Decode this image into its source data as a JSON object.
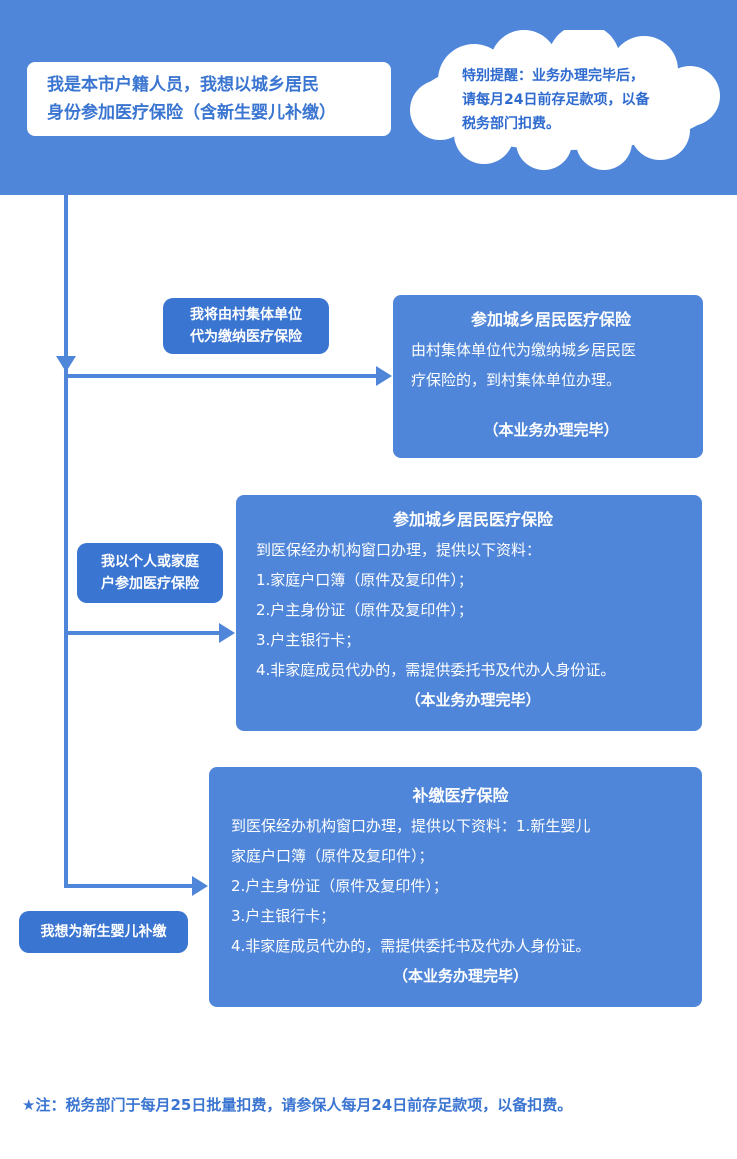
{
  "start": {
    "lines": [
      "我是本市户籍人员，我想以城乡居民",
      "身份参加医疗保险（含新生婴儿补缴）"
    ]
  },
  "reminder": {
    "lines": [
      "特别提醒：业务办理完毕后，",
      "请每月24日前存足款项，以备",
      "税务部门扣费。"
    ]
  },
  "branches": [
    {
      "label_lines": [
        "我将由村集体单位",
        "代为缴纳医疗保险"
      ],
      "title": "参加城乡居民医疗保险",
      "body_lines": [
        "由村集体单位代为缴纳城乡居民医",
        "疗保险的，到村集体单位办理。"
      ],
      "done": "（本业务办理完毕）"
    },
    {
      "label_lines": [
        "我以个人或家庭",
        "户参加医疗保险"
      ],
      "title": "参加城乡居民医疗保险",
      "body_lines": [
        "到医保经办机构窗口办理，提供以下资料：",
        "1.家庭户口簿（原件及复印件）；",
        "2.户主身份证（原件及复印件）；",
        "3.户主银行卡；",
        "4.非家庭成员代办的，需提供委托书及代办人身份证。"
      ],
      "done": "（本业务办理完毕）"
    },
    {
      "label_lines": [
        "我想为新生婴儿补缴"
      ],
      "title": "补缴医疗保险",
      "body_lines": [
        "到医保经办机构窗口办理，提供以下资料：1.新生婴儿",
        "家庭户口簿（原件及复印件）；",
        "2.户主身份证（原件及复印件）；",
        "3.户主银行卡；",
        "4.非家庭成员代办的，需提供委托书及代办人身份证。"
      ],
      "done": "（本业务办理完毕）"
    }
  ],
  "footnote": "★注：税务部门于每月25日批量扣费，请参保人每月24日前存足款项，以备扣费。",
  "colors": {
    "header_band": "#4f86d9",
    "box_fill": "#4f86d9",
    "bubble_fill": "#3a75d1",
    "text_accent": "#3a75d1",
    "connector": "#4f86d9"
  }
}
